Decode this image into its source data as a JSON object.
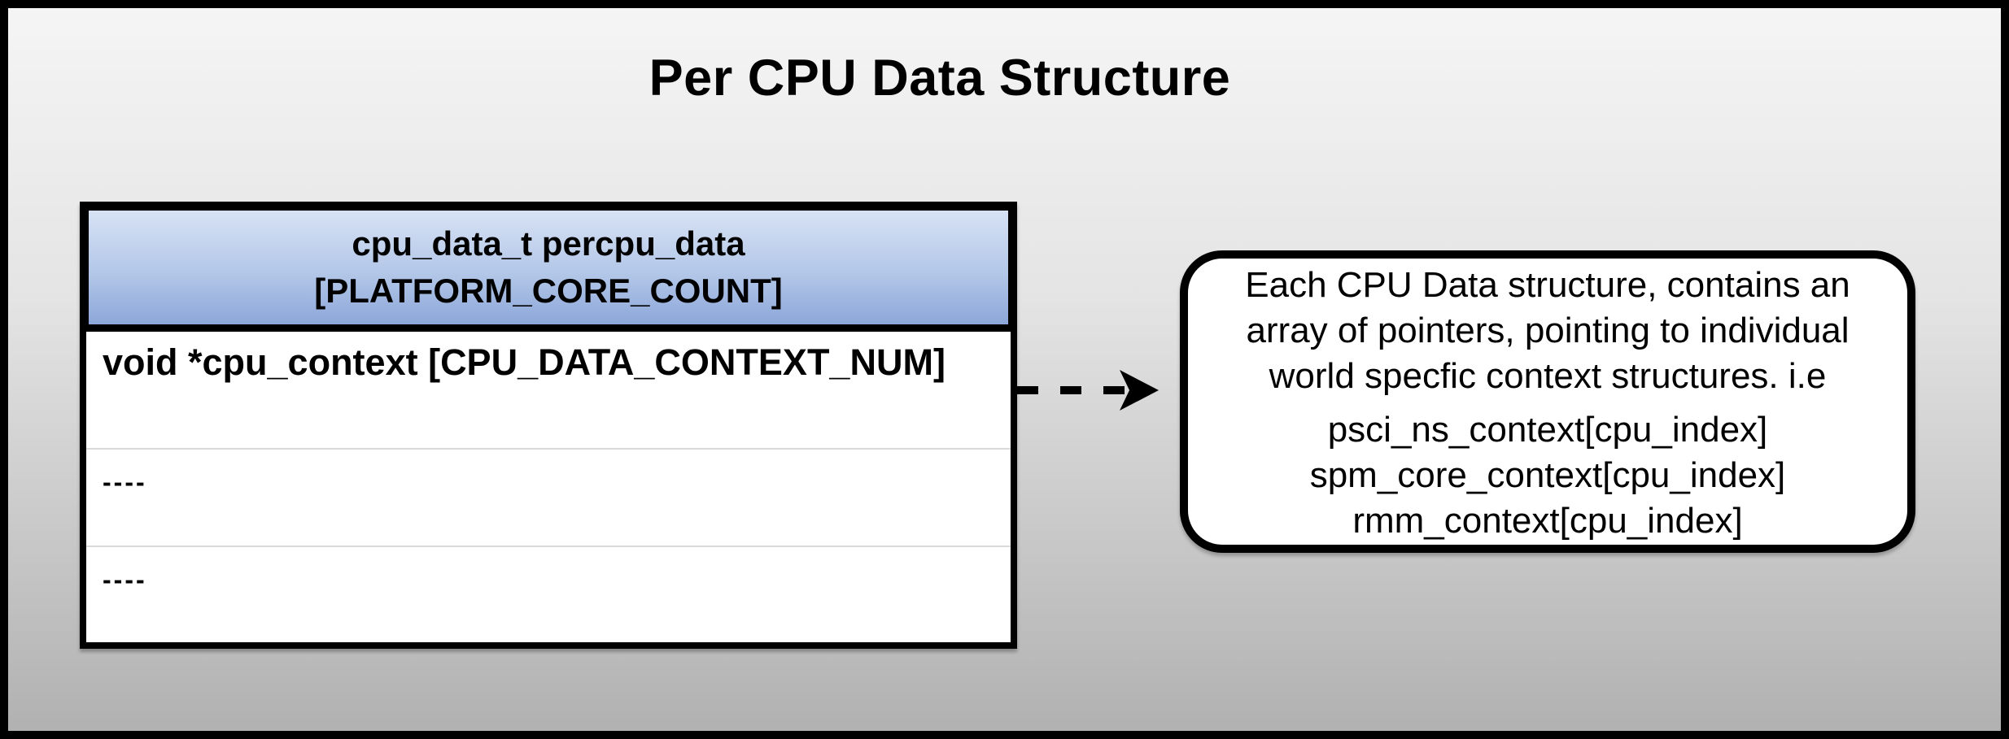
{
  "slide": {
    "title": "Per CPU Data Structure"
  },
  "struct_table": {
    "header": {
      "line1": "cpu_data_t percpu_data",
      "line2": "[PLATFORM_CORE_COUNT]"
    },
    "rows": [
      {
        "label": "void *cpu_context [CPU_DATA_CONTEXT_NUM]"
      },
      {
        "label": "----"
      },
      {
        "label": "----"
      }
    ]
  },
  "connector": {
    "kind": "dashed-arrow-right",
    "color": "#000000"
  },
  "callout": {
    "lines": [
      "Each CPU Data structure, contains an",
      "array of pointers, pointing to individual",
      "world specfic context structures. i.e",
      "psci_ns_context[cpu_index]",
      "spm_core_context[cpu_index]",
      "rmm_context[cpu_index]"
    ]
  },
  "colors": {
    "background_top": "#f5f5f5",
    "background_bottom": "#b1b1b1",
    "outer_border": "#000000",
    "table_fill": "#ffffff",
    "header_gradient_top": "#d7e2f4",
    "header_gradient_bottom": "#8ca7d9",
    "row_divider": "#d9d9d9",
    "callout_fill": "#ffffff",
    "text": "#000000"
  }
}
